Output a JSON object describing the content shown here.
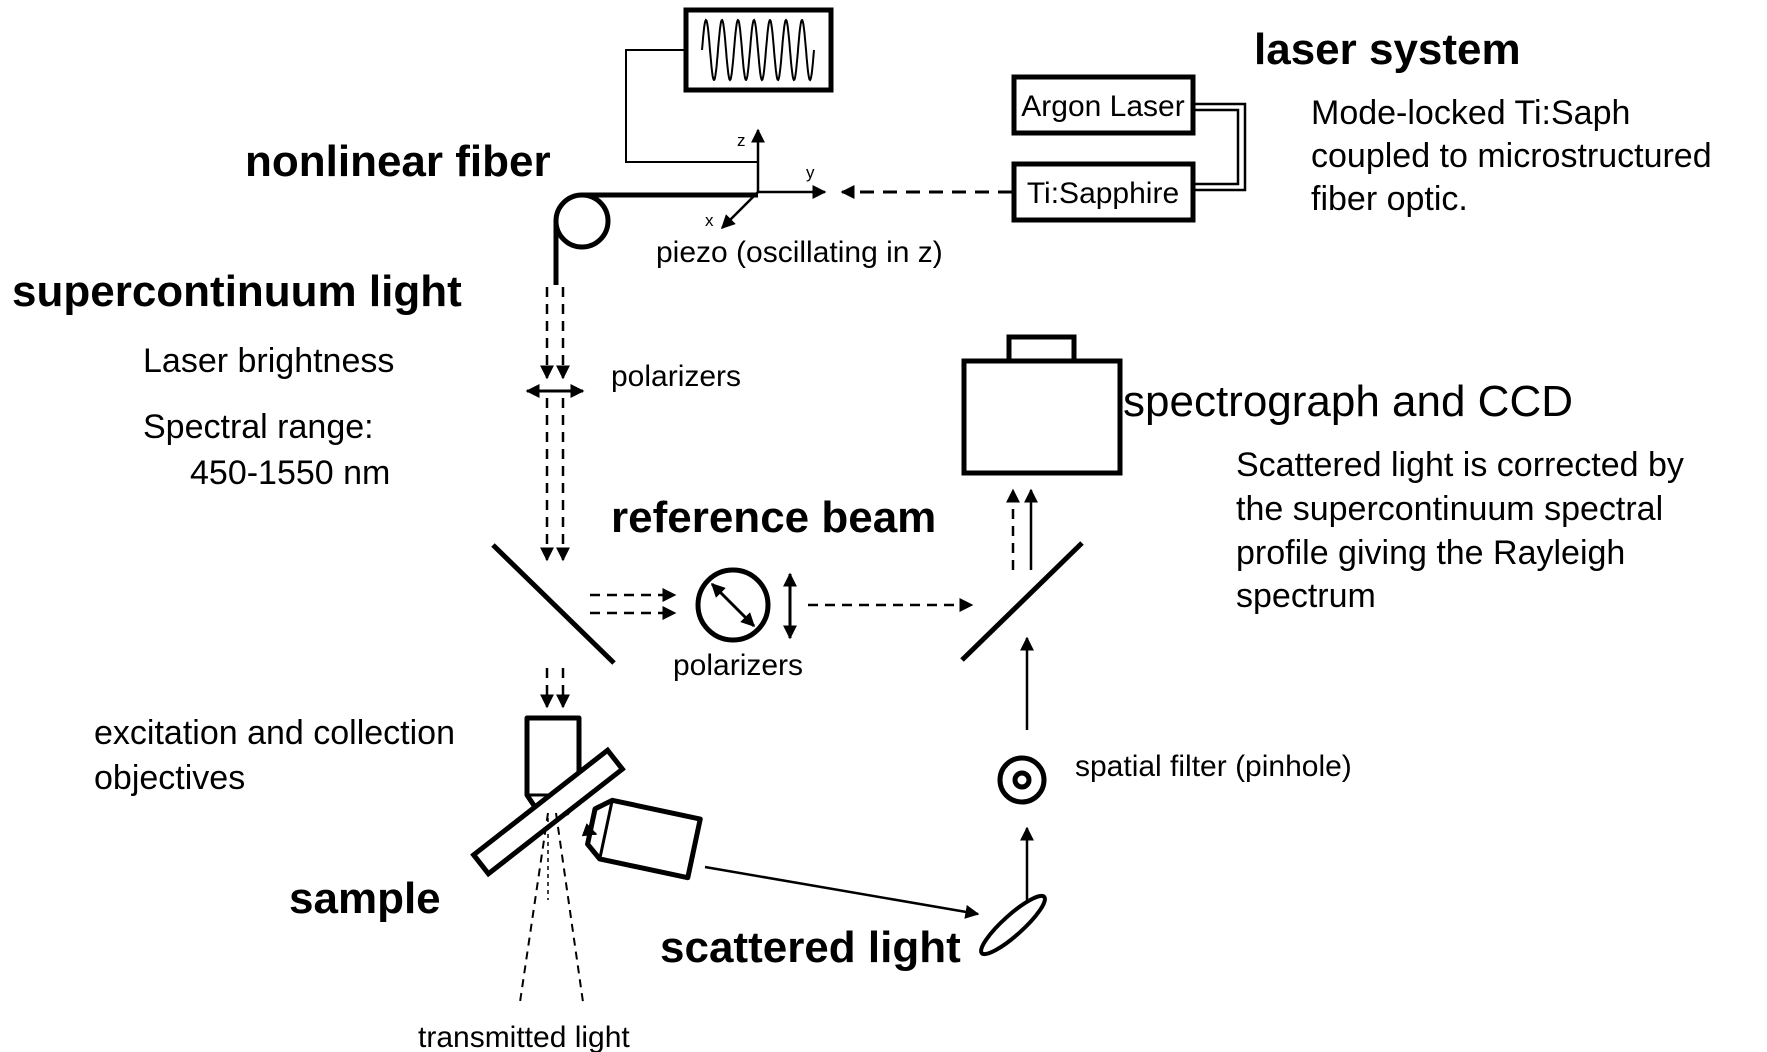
{
  "labels": {
    "laser_system": "laser system",
    "laser_system_desc": [
      "Mode-locked Ti:Saph",
      "coupled to microstructured",
      "fiber optic."
    ],
    "argon_laser": "Argon Laser",
    "ti_sapphire": "Ti:Sapphire",
    "nonlinear_fiber": "nonlinear fiber",
    "axis_z": "z",
    "axis_y": "y",
    "axis_x": "x",
    "piezo": "piezo (oscillating in z)",
    "supercontinuum_light": "supercontinuum light",
    "laser_brightness": "Laser brightness",
    "spectral_range": "Spectral range:",
    "spectral_range_value": "450-1550 nm",
    "polarizers_top": "polarizers",
    "spectrograph": "spectrograph and CCD",
    "spectrograph_desc": [
      "Scattered light is corrected by",
      "the supercontinuum spectral",
      "profile giving the Rayleigh",
      "spectrum"
    ],
    "reference_beam": "reference beam",
    "polarizers_mid": "polarizers",
    "objectives": [
      "excitation and collection",
      "objectives"
    ],
    "spatial_filter": "spatial filter (pinhole)",
    "sample": "sample",
    "scattered_light": "scattered light",
    "transmitted_light": "transmitted light"
  }
}
